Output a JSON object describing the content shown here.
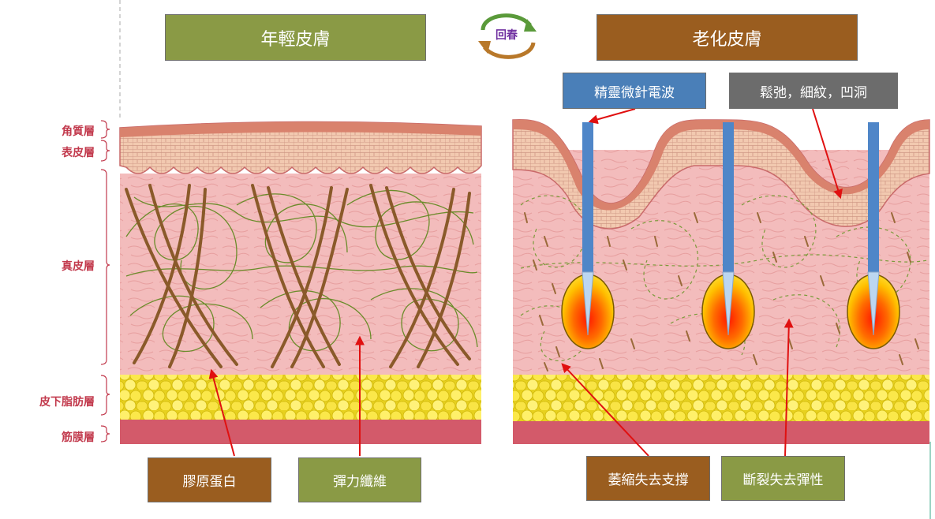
{
  "titles": {
    "young": "年輕皮膚",
    "aged": "老化皮膚",
    "cycle": "回春"
  },
  "layers": {
    "stratum_corneum": "角質層",
    "epidermis": "表皮層",
    "dermis": "真皮層",
    "subcutaneous": "皮下脂肪層",
    "fascia": "筋膜層"
  },
  "callouts": {
    "rf_microneedle": "精靈微針電波",
    "sagging": "鬆弛，細紋，凹洞",
    "collagen": "膠原蛋白",
    "elastin": "彈力纖維",
    "atrophy": "萎縮失去支撐",
    "broken": "斷裂失去彈性"
  },
  "colors": {
    "olive": "#8a9a45",
    "brown": "#9a5d1f",
    "blue": "#4a7fb8",
    "gray": "#6c6c6c",
    "layer_label": "#c23a4d",
    "arrow": "#e01010"
  }
}
